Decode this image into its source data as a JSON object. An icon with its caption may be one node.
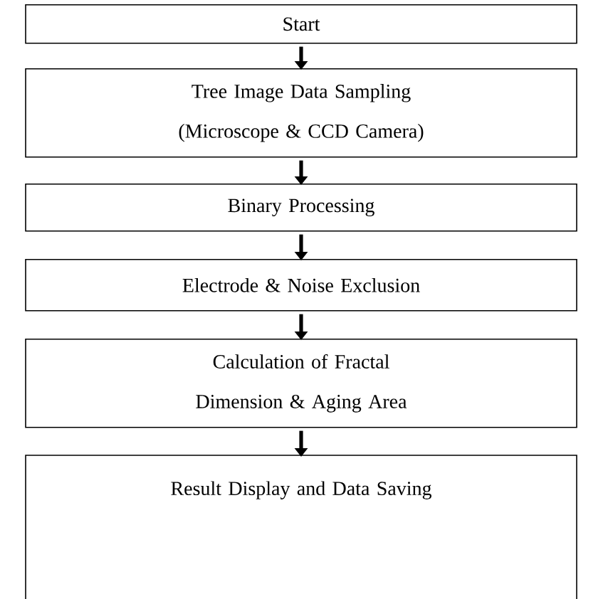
{
  "diagram": {
    "nodes": [
      {
        "text": [
          "Start"
        ]
      },
      {
        "text": [
          "Tree Image Data Sampling (Microscope & CCD Camera)"
        ]
      },
      {
        "text": [
          "Binary Processing"
        ]
      },
      {
        "text": [
          "Electrode & Noise Exclusion"
        ]
      },
      {
        "text": [
          "Calculation of Fractal Dimension & Aging Area"
        ]
      },
      {
        "text": [
          "Result Display and Data Saving"
        ]
      }
    ],
    "edges": [
      {
        "from": 0,
        "to": 1,
        "arrow": "to"
      },
      {
        "from": 1,
        "to": 2,
        "arrow": "to"
      },
      {
        "from": 2,
        "to": 3,
        "arrow": "to"
      },
      {
        "from": 3,
        "to": 4,
        "arrow": "to"
      },
      {
        "from": 4,
        "to": 5,
        "arrow": "to"
      }
    ]
  }
}
